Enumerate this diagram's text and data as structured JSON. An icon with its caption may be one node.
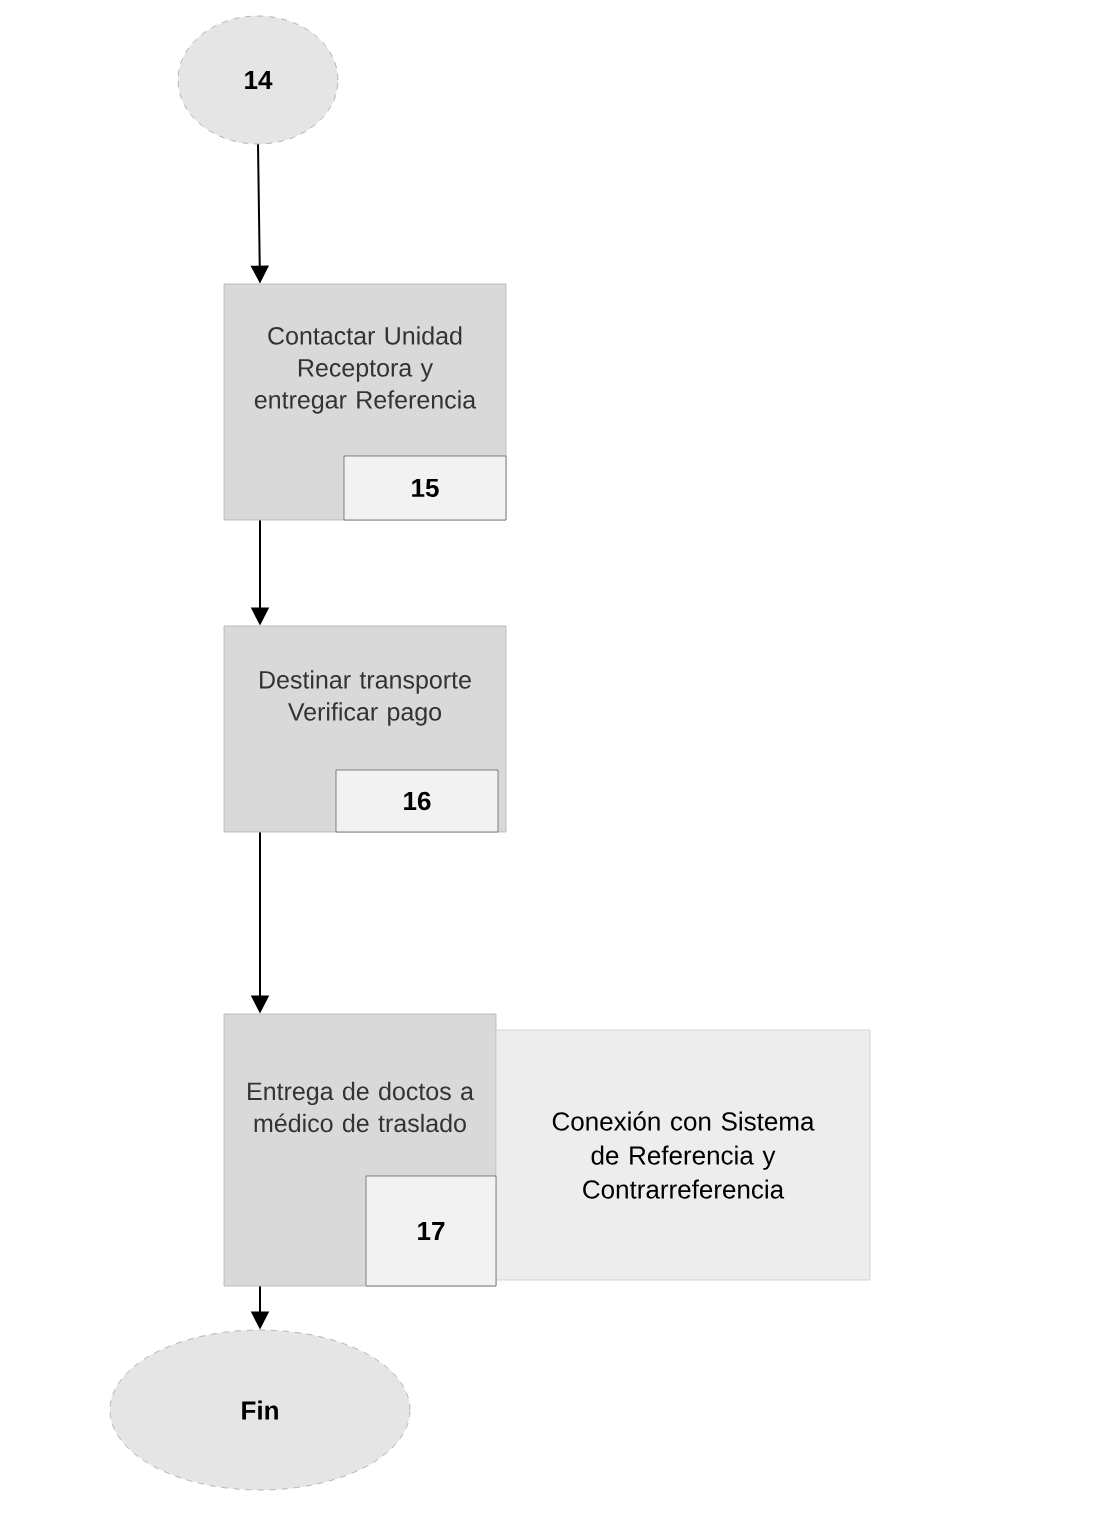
{
  "diagram": {
    "nodes": [
      {
        "text": [
          "14"
        ]
      },
      {
        "text": [
          "Contactar Unidad Receptora y entregar Referencia"
        ]
      },
      {
        "text": [
          "15"
        ],
        "in": 1
      },
      {
        "text": [
          "Destinar transporte Verificar pago"
        ]
      },
      {
        "text": [
          "16"
        ],
        "in": 3
      },
      {
        "text": [
          "Entrega de doctos a médico de traslado"
        ]
      },
      {
        "text": [
          "17"
        ],
        "in": 5
      },
      {
        "text": [
          "Conexión con Sistema de Referencia y Contrarreferencia"
        ]
      },
      {
        "text": [
          "Fin"
        ]
      }
    ],
    "edges": [
      {
        "from": 0,
        "to": 1,
        "arrow": "to"
      },
      {
        "from": 1,
        "to": 3,
        "arrow": "to"
      },
      {
        "from": 3,
        "to": 5,
        "arrow": "to"
      },
      {
        "from": 5,
        "to": 8,
        "arrow": "to"
      }
    ]
  }
}
